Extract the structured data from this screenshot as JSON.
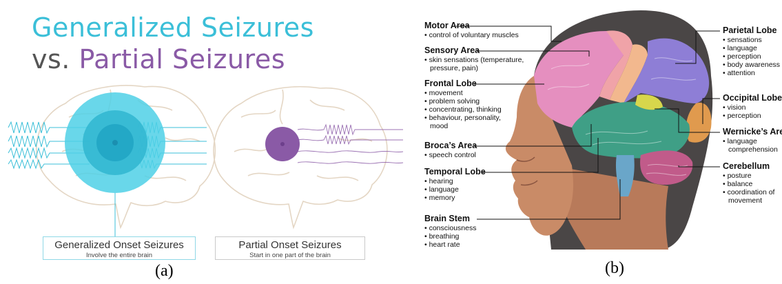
{
  "panel_a": {
    "title_line1": "Generalized Seizures",
    "title_line2_prefix": "vs. ",
    "title_line2_rest": "Partial Seizures",
    "left_caption": {
      "heading": "Generalized Onset Seizures",
      "sub": "Involve the entire brain"
    },
    "right_caption": {
      "heading": "Partial Onset Seizures",
      "sub": "Start in one part of the brain"
    },
    "figure_label": "(a)",
    "colors": {
      "cyan": "#3bbfd8",
      "purple": "#8a5aa6",
      "dark_text": "#555555"
    }
  },
  "panel_b": {
    "figure_label": "(b)",
    "labels": [
      {
        "id": "motor",
        "title": "Motor Area",
        "items": [
          "• control of voluntary muscles"
        ]
      },
      {
        "id": "sensory",
        "title": "Sensory Area",
        "items": [
          "• skin sensations (temperature,",
          "pressure, pain)"
        ]
      },
      {
        "id": "frontal",
        "title": "Frontal Lobe",
        "items": [
          "• movement",
          "• problem solving",
          "• concentrating, thinking",
          "• behaviour, personality,",
          "mood"
        ]
      },
      {
        "id": "broca",
        "title": "Broca’s Area",
        "items": [
          "• speech control"
        ]
      },
      {
        "id": "temporal",
        "title": "Temporal Lobe",
        "items": [
          "• hearing",
          "• language",
          "• memory"
        ]
      },
      {
        "id": "stem",
        "title": "Brain Stem",
        "items": [
          "• consciousness",
          "• breathing",
          "• heart rate"
        ]
      },
      {
        "id": "parietal",
        "title": "Parietal Lobe",
        "items": [
          "• sensations",
          "• language",
          "• perception",
          "• body awareness",
          "• attention"
        ]
      },
      {
        "id": "occipital",
        "title": "Occipital Lobe",
        "items": [
          "• vision",
          "• perception"
        ]
      },
      {
        "id": "wernicke",
        "title": "Wernicke’s Area",
        "items": [
          "• language",
          "comprehension"
        ]
      },
      {
        "id": "cerebellum",
        "title": "Cerebellum",
        "items": [
          "• posture",
          "• balance",
          "• coordination of",
          "movement"
        ]
      }
    ]
  }
}
